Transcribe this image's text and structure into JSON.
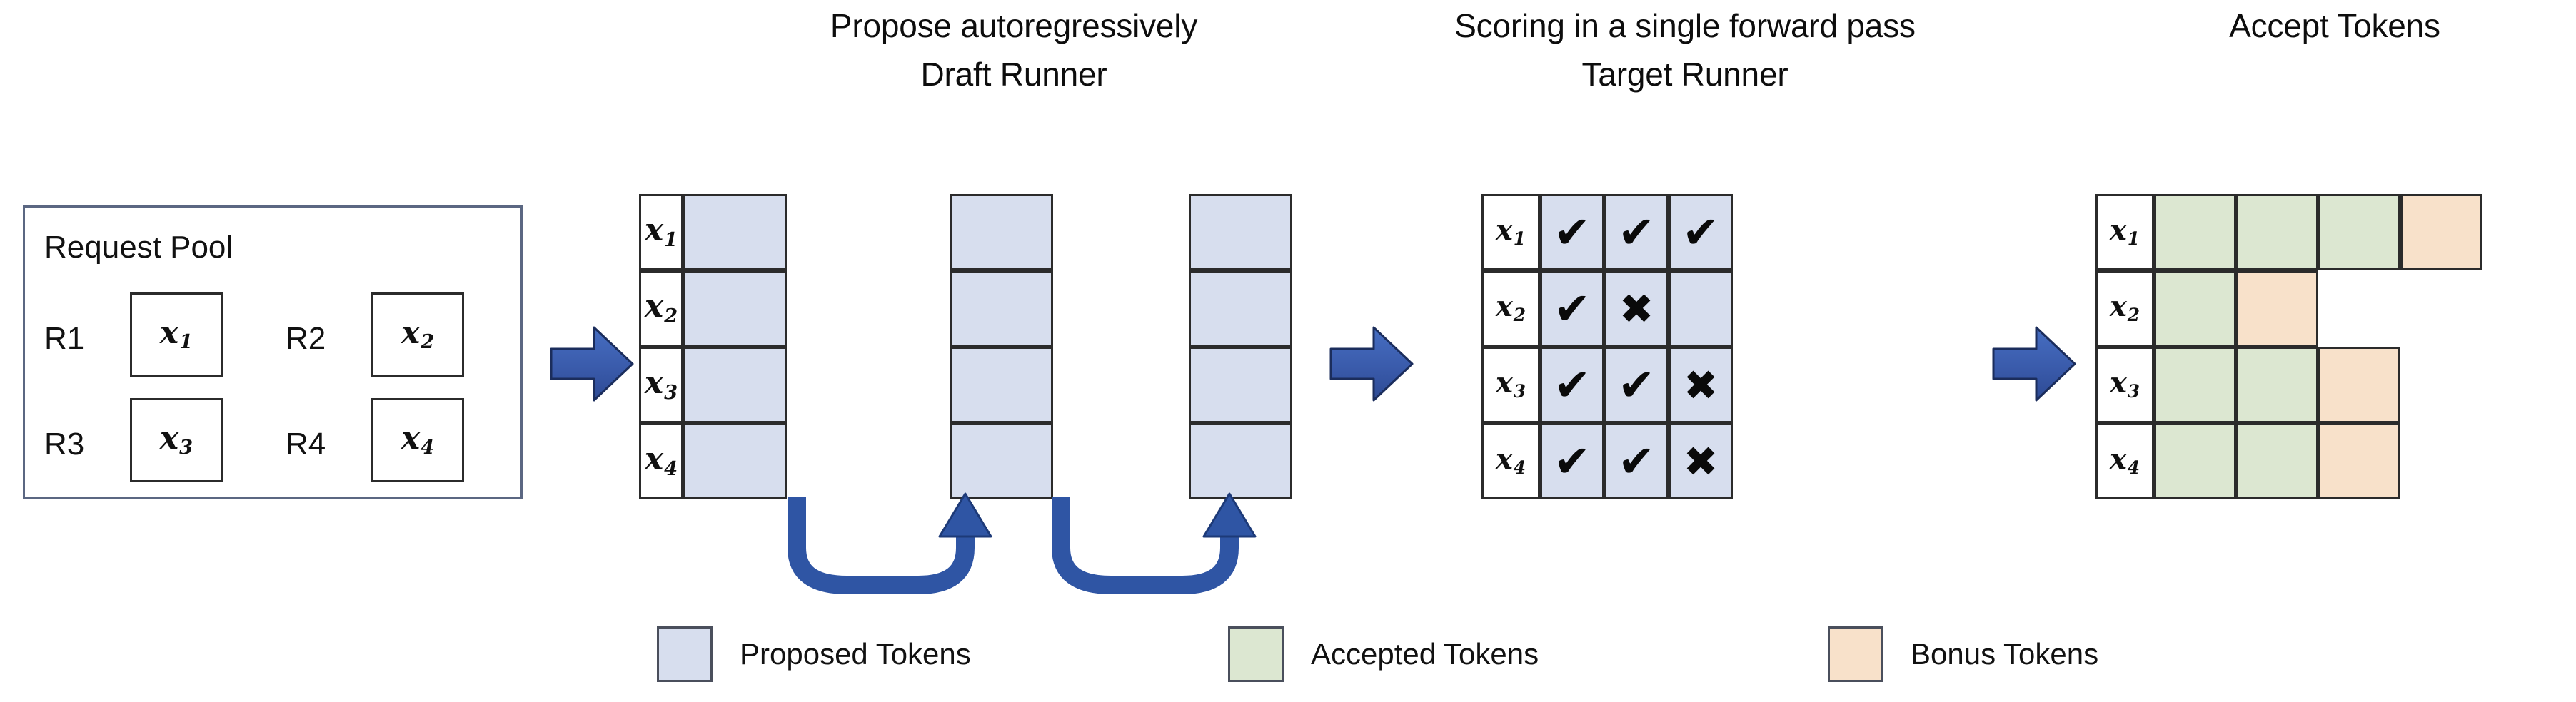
{
  "figure": {
    "type": "pipeline-diagram",
    "title": "Speculative decoding: propose, score, accept"
  },
  "headings": {
    "draft_top": "Propose autoregressively",
    "draft_sub": "Draft Runner",
    "target_top": "Scoring in a single forward pass",
    "target_sub": "Target Runner",
    "accept_top": "Accept Tokens"
  },
  "request_pool": {
    "title": "Request Pool",
    "entries": [
      {
        "label": "R1",
        "token": "x",
        "index": "1"
      },
      {
        "label": "R2",
        "token": "x",
        "index": "2"
      },
      {
        "label": "R3",
        "token": "x",
        "index": "3"
      },
      {
        "label": "R4",
        "token": "x",
        "index": "4"
      }
    ]
  },
  "draft_runner": {
    "rows": [
      {
        "token": "x",
        "index": "1",
        "proposed_steps": 3
      },
      {
        "token": "x",
        "index": "2",
        "proposed_steps": 3
      },
      {
        "token": "x",
        "index": "3",
        "proposed_steps": 3
      },
      {
        "token": "x",
        "index": "4",
        "proposed_steps": 3
      }
    ],
    "step_columns": 3,
    "loop_arrows": 2
  },
  "target_runner": {
    "columns": 3,
    "rows": [
      {
        "token": "x",
        "index": "1",
        "marks": [
          "check",
          "check",
          "check"
        ]
      },
      {
        "token": "x",
        "index": "2",
        "marks": [
          "check",
          "cross",
          "none"
        ]
      },
      {
        "token": "x",
        "index": "3",
        "marks": [
          "check",
          "check",
          "cross"
        ]
      },
      {
        "token": "x",
        "index": "4",
        "marks": [
          "check",
          "check",
          "cross"
        ]
      }
    ],
    "glyphs": {
      "check": "✔",
      "cross": "✖",
      "none": ""
    }
  },
  "accept_tokens": {
    "rows": [
      {
        "token": "x",
        "index": "1",
        "cells": [
          "accepted",
          "accepted",
          "accepted",
          "bonus"
        ]
      },
      {
        "token": "x",
        "index": "2",
        "cells": [
          "accepted",
          "bonus"
        ]
      },
      {
        "token": "x",
        "index": "3",
        "cells": [
          "accepted",
          "accepted",
          "bonus"
        ]
      },
      {
        "token": "x",
        "index": "4",
        "cells": [
          "accepted",
          "accepted",
          "bonus"
        ]
      }
    ]
  },
  "legend": {
    "items": [
      {
        "label": "Proposed Tokens",
        "kind": "proposed",
        "color": "#d7deee"
      },
      {
        "label": "Accepted Tokens",
        "kind": "accepted",
        "color": "#dce7d1"
      },
      {
        "label": "Bonus Tokens",
        "kind": "bonus",
        "color": "#f8e1ca"
      }
    ]
  },
  "flow_arrows": {
    "count": 3,
    "direction": "right",
    "color": "#3a5bab",
    "names": [
      "pool-to-draft",
      "draft-to-target",
      "target-to-accept"
    ]
  },
  "colors": {
    "proposed": "#d7deee",
    "accepted": "#dce7d1",
    "bonus": "#f8e1ca",
    "arrow_blue": "#3a5bab",
    "border_dark": "#2b2b2b",
    "pool_border": "#5b6782"
  }
}
